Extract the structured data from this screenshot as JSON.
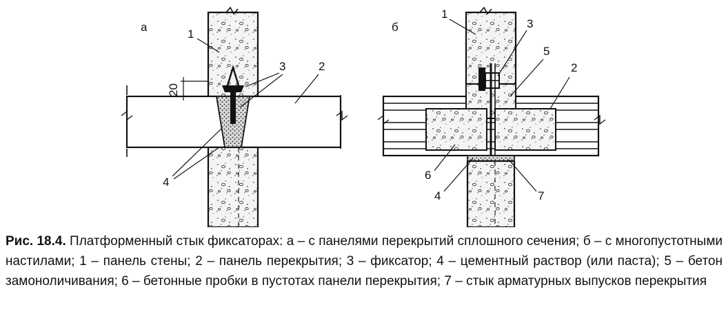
{
  "figure": {
    "label_a": "а",
    "label_b": "б",
    "dimension": "20",
    "callouts_a": [
      "1",
      "2",
      "3",
      "4"
    ],
    "callouts_b": [
      "1",
      "2",
      "3",
      "4",
      "5",
      "6",
      "7"
    ]
  },
  "caption": {
    "number": "Рис. 18.4.",
    "text": "Платформенный стык фиксаторах: а – с  панелями перекрытий  сплошного сечения; б – с  многопустотными настилами; 1 – панель стены; 2 – панель перекрытия; 3 – фиксатор; 4 – цементный раствор (или паста); 5 – бетон замоноличивания; 6 – бетонные пробки в пустотах панели   перекрытия; 7 – стык арматурных выпусков перекрытия"
  }
}
